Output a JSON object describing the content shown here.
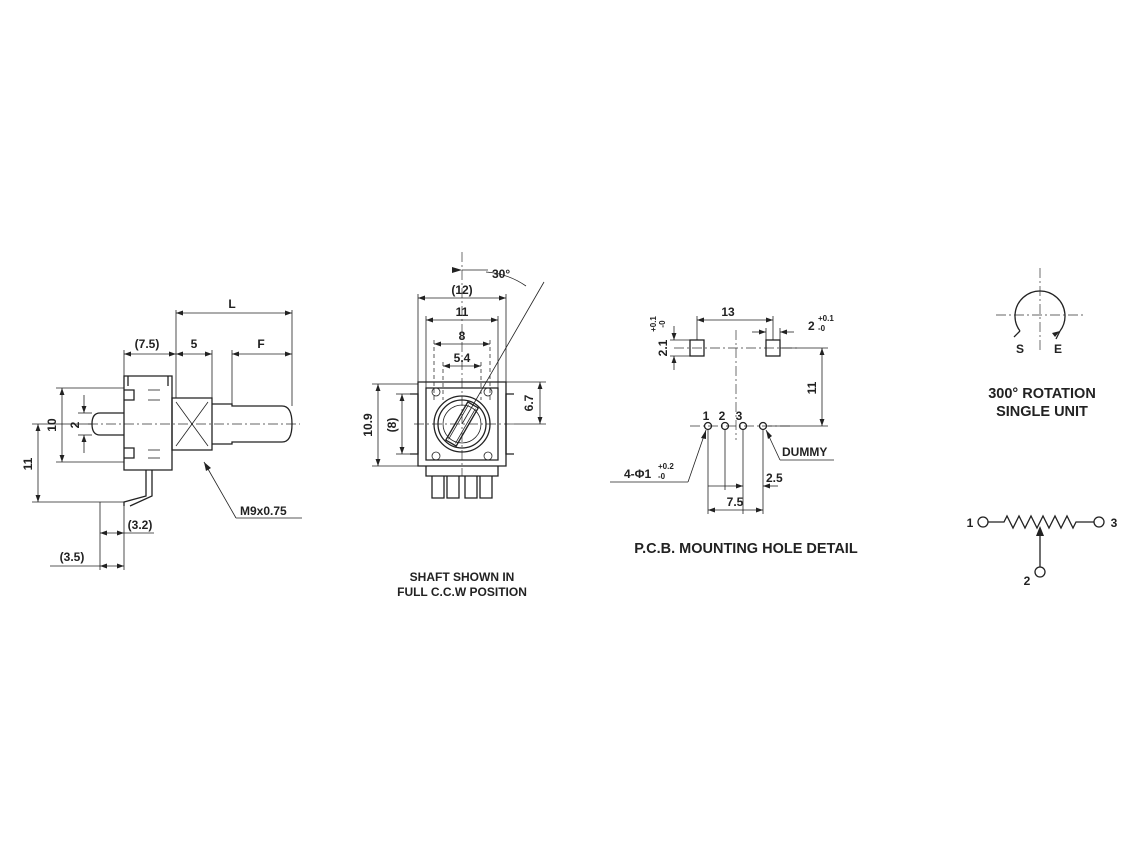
{
  "side_view": {
    "dims": {
      "L": "L",
      "d75": "(7.5)",
      "d5": "5",
      "F": "F",
      "d10": "10",
      "d2": "2",
      "d11": "11",
      "d32": "(3.2)",
      "d35": "(3.5)",
      "thread": "M9x0.75"
    }
  },
  "front_view": {
    "dims": {
      "angle": "30°",
      "d12": "(12)",
      "d11": "11",
      "d8": "8",
      "d54": "5.4",
      "d109": "10.9",
      "d8p": "(8)",
      "d67": "6.7"
    },
    "caption_line1": "SHAFT SHOWN IN",
    "caption_line2": "FULL C.C.W POSITION"
  },
  "pcb_detail": {
    "dims": {
      "d13": "13",
      "d2": "2",
      "d2_tol_plus": "+0.1",
      "d2_tol_minus": "-0",
      "d21": "2.1",
      "d21_tol_plus": "+0.1",
      "d21_tol_minus": "-0",
      "d11": "11",
      "pin1": "1",
      "pin2": "2",
      "pin3": "3",
      "dummy": "DUMMY",
      "hole": "4-Φ1",
      "hole_tol_plus": "+0.2",
      "hole_tol_minus": "-0",
      "d25": "2.5",
      "d75": "7.5"
    },
    "caption": "P.C.B. MOUNTING HOLE DETAIL"
  },
  "rotation": {
    "label_s": "S",
    "label_e": "E",
    "caption_line1": "300° ROTATION",
    "caption_line2": "SINGLE UNIT"
  },
  "schematic": {
    "pin1": "1",
    "pin2": "2",
    "pin3": "3"
  }
}
